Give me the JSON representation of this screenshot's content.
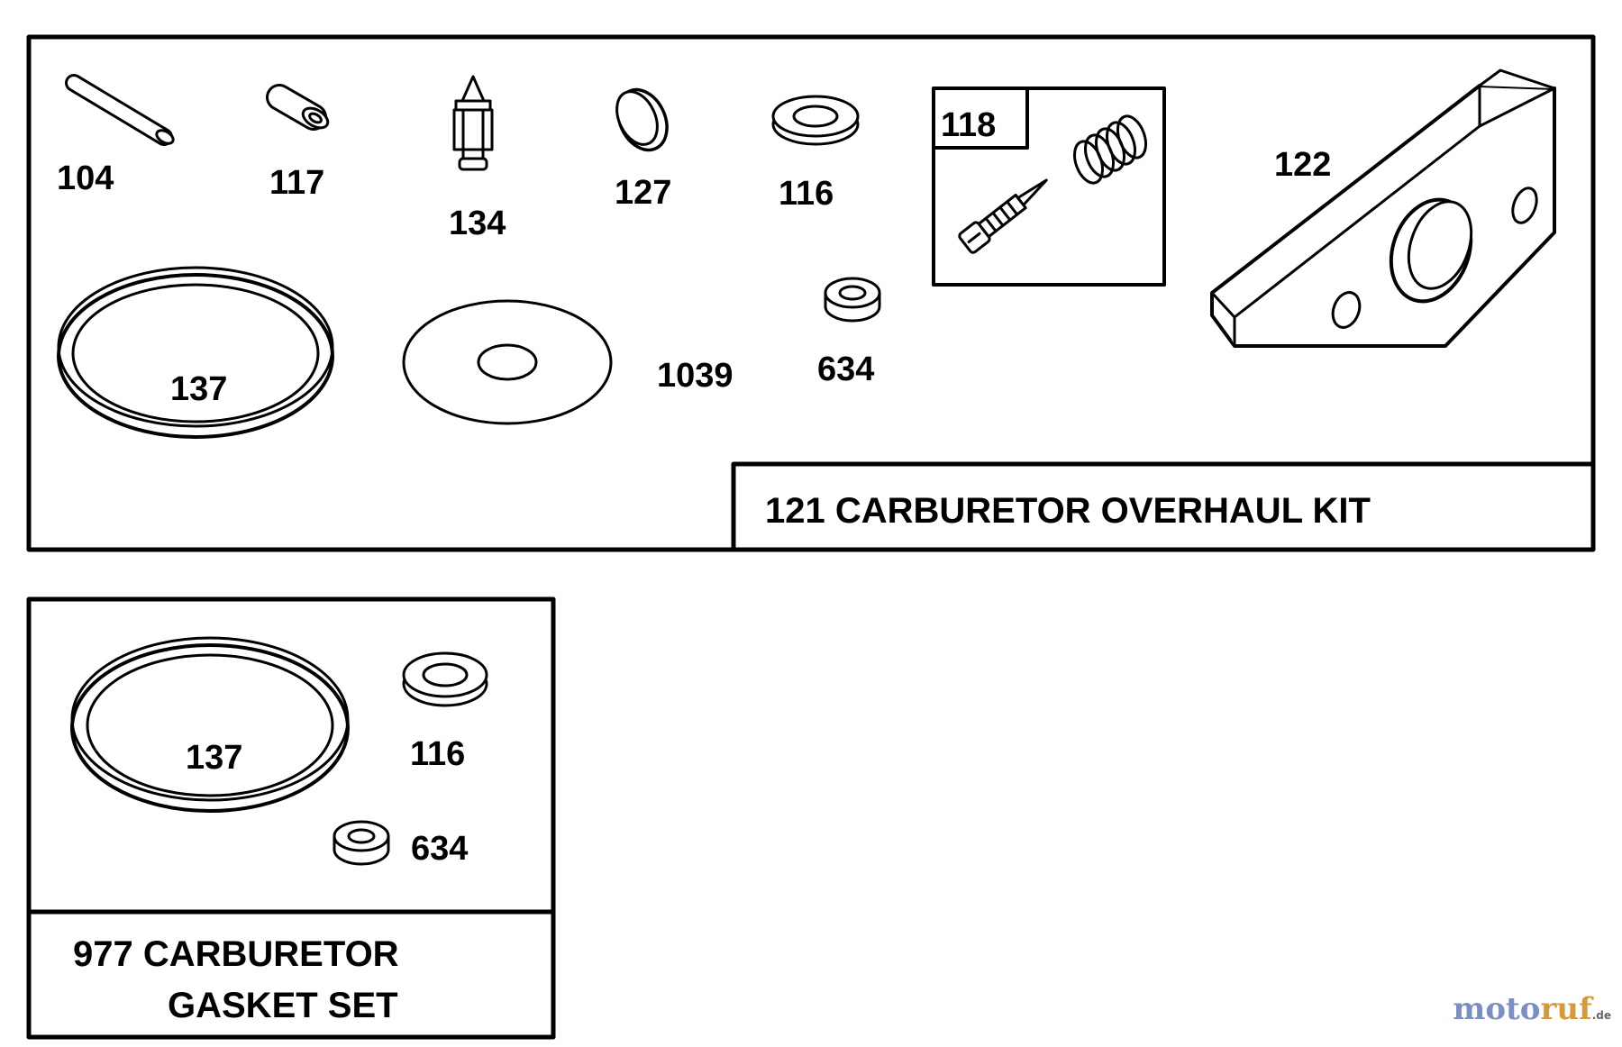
{
  "overhaul_kit": {
    "title": "121 CARBURETOR OVERHAUL KIT",
    "parts": {
      "p104": "104",
      "p117": "117",
      "p134": "134",
      "p127": "127",
      "p116": "116",
      "p118": "118",
      "p122": "122",
      "p137": "137",
      "p1039": "1039",
      "p634": "634"
    }
  },
  "gasket_set": {
    "title_line1": "977 CARBURETOR",
    "title_line2": "GASKET SET",
    "parts": {
      "p137": "137",
      "p116": "116",
      "p634": "634"
    }
  },
  "watermark": {
    "part1": "moto",
    "part2": "ruf",
    "part3": ".de"
  }
}
